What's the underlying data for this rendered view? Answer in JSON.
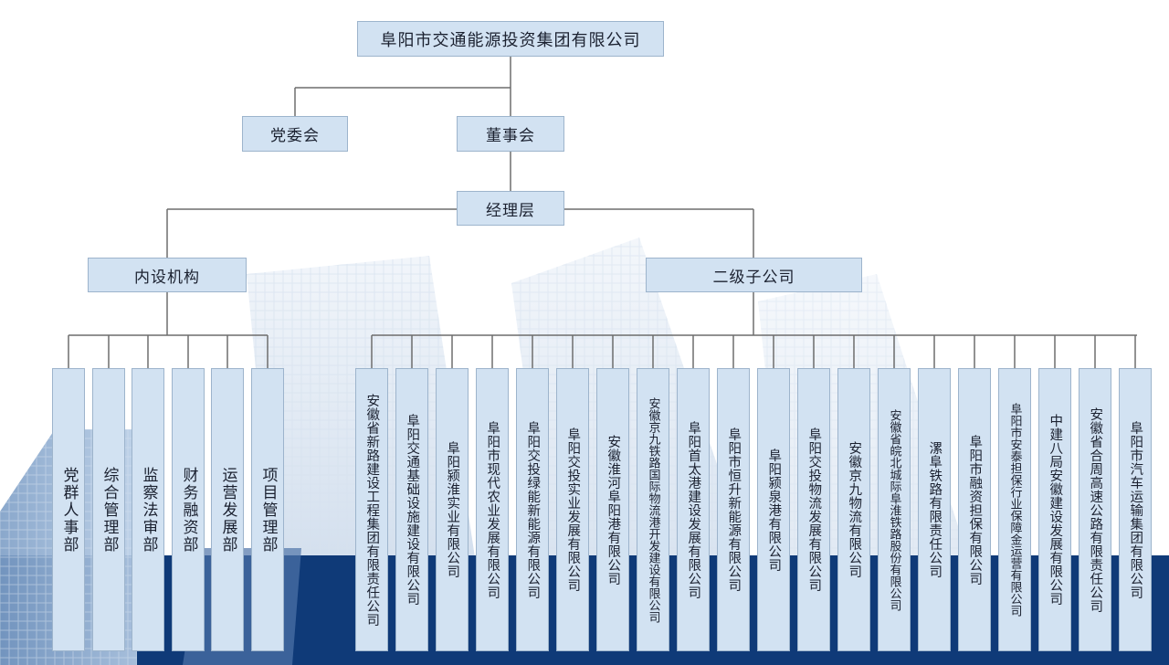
{
  "colors": {
    "box_fill": "#d2e2f2",
    "box_border": "#9db4cc",
    "line": "#6d6d6d",
    "band": "#0f3a78",
    "text": "#1b2130"
  },
  "chart": {
    "root": "阜阳市交通能源投资集团有限公司",
    "party_committee": "党委会",
    "board": "董事会",
    "management": "经理层",
    "internal": {
      "label": "内设机构",
      "departments": [
        "党群人事部",
        "综合管理部",
        "监察法审部",
        "财务融资部",
        "运营发展部",
        "项目管理部"
      ]
    },
    "subsidiaries": {
      "label": "二级子公司",
      "companies": [
        "安徽省新路建设工程集团有限责任公司",
        "阜阳交通基础设施建设有限公司",
        "阜阳颍淮实业有限公司",
        "阜阳市现代农业发展有限公司",
        "阜阳交投绿能新能源有限公司",
        "阜阳交投实业发展有限公司",
        "安徽淮河阜阳港有限公司",
        "安徽京九铁路国际物流港开发建设有限公司",
        "阜阳首太港建设发展有限公司",
        "阜阳市恒升新能源有限公司",
        "阜阳颍泉港有限公司",
        "阜阳交投物流发展有限公司",
        "安徽京九物流有限公司",
        "安徽省皖北城际阜淮铁路股份有限公司",
        "漯阜铁路有限责任公司",
        "阜阳市融资担保有限公司",
        "阜阳市安泰担保行业保障金运营有限公司",
        "中建八局安徽建设发展有限公司",
        "安徽省合周高速公路有限责任公司",
        "阜阳市汽车运输集团有限公司"
      ]
    }
  }
}
